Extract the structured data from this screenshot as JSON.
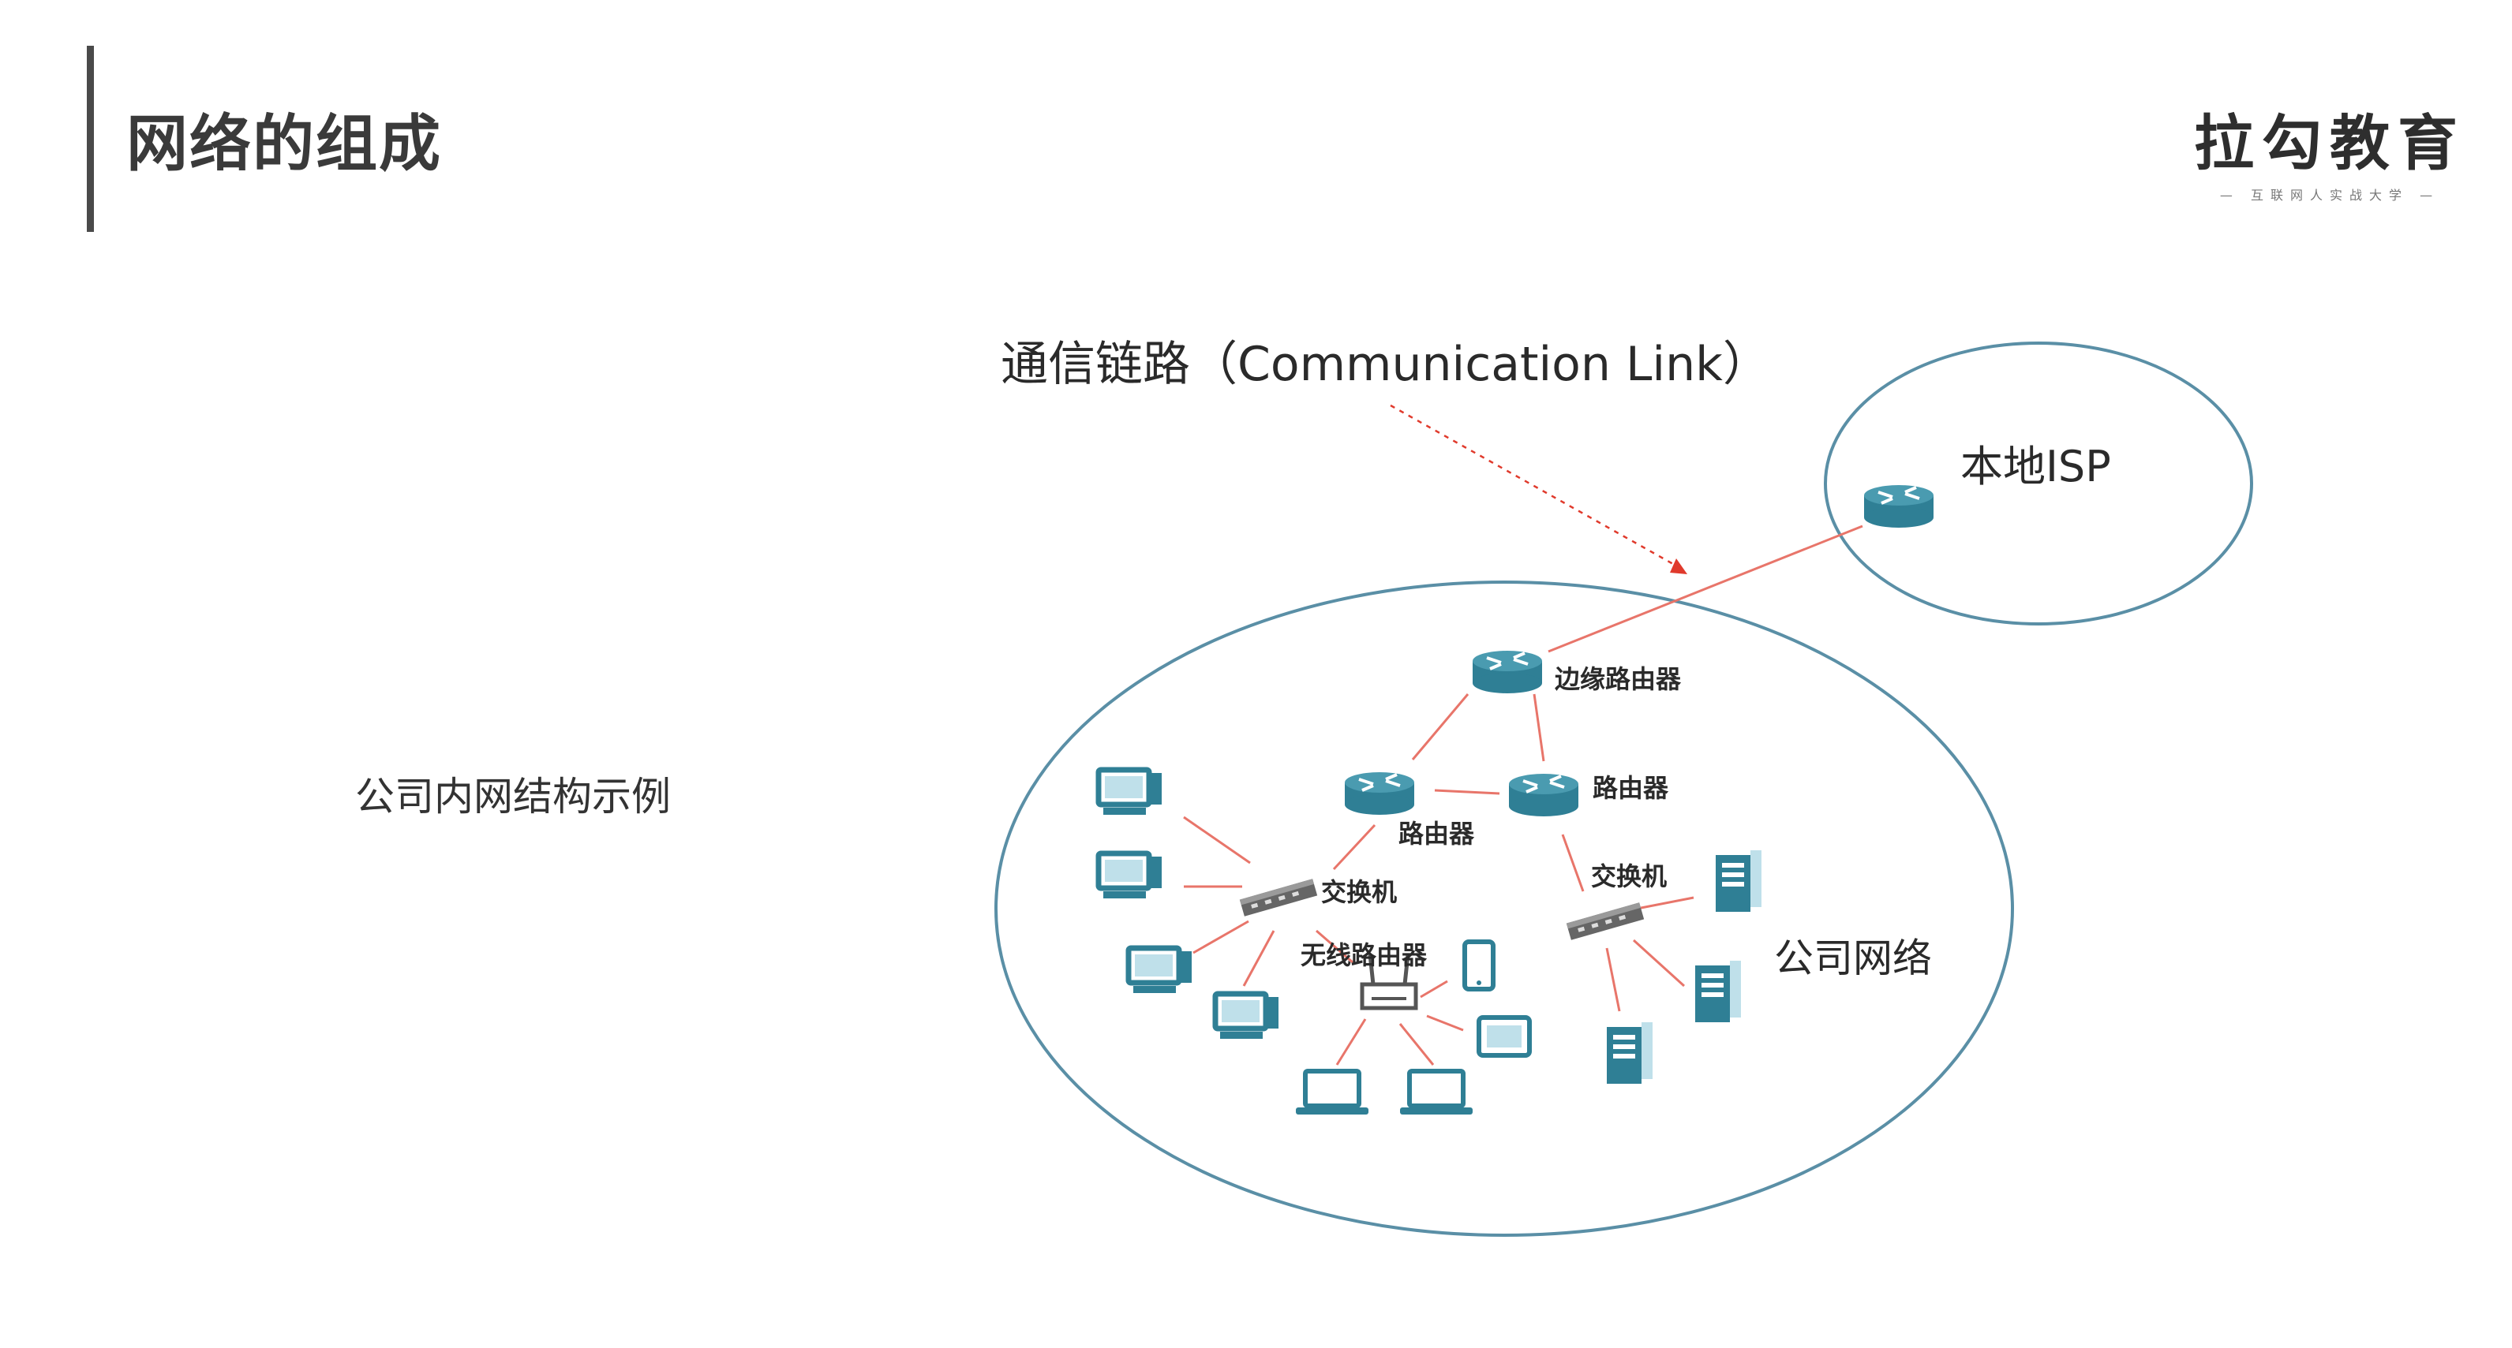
{
  "header": {
    "title": "网络的组成"
  },
  "logo": {
    "name": "拉勾教育",
    "tagline": "— 互联网人实战大学 —"
  },
  "side_label": "公司内网结构示例",
  "diagram": {
    "link_label": "通信链路（Communication Link）",
    "isp_label": "本地ISP",
    "company_label": "公司网络",
    "edge_router_label": "边缘路由器",
    "router_left_label": "路由器",
    "router_right_label": "路由器",
    "switch_left_label": "交换机",
    "switch_right_label": "交换机",
    "wireless_router_label": "无线路由器"
  },
  "colors": {
    "ellipse": "#5a8fa6",
    "link": "#e8756a",
    "device": "#2f7f95",
    "arrow": "#e03a2c"
  }
}
